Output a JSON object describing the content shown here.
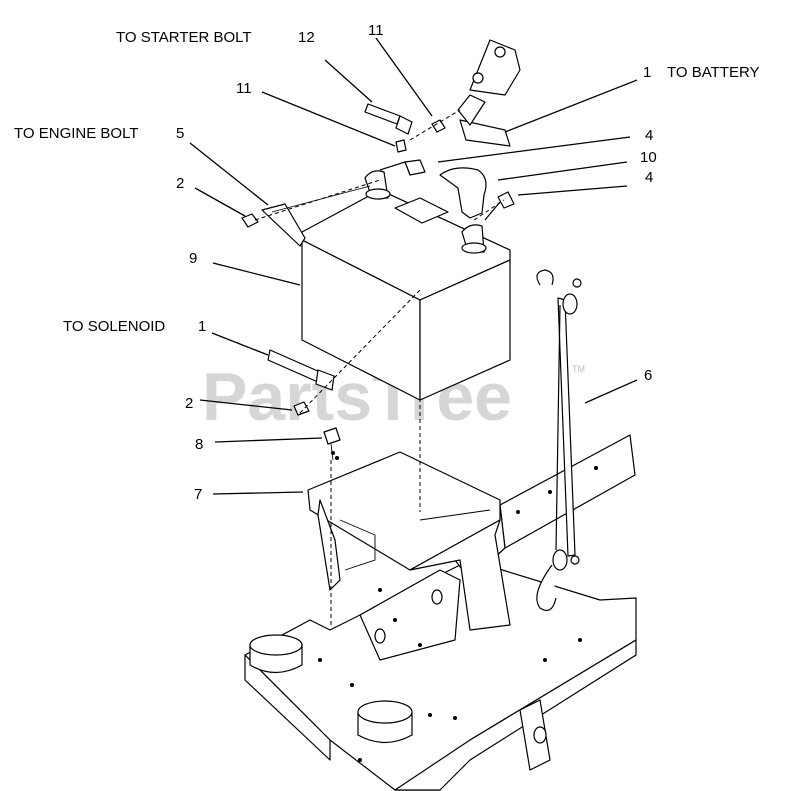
{
  "watermark": "PartsTree",
  "watermark_mark": "TM",
  "callouts": {
    "to_starter_bolt": "TO STARTER BOLT",
    "n12": "12",
    "n11_top": "11",
    "n11_left": "11",
    "n1_battery": "1",
    "to_battery": "TO BATTERY",
    "to_engine_bolt": "TO ENGINE BOLT",
    "n5": "5",
    "n4_upper": "4",
    "n10": "10",
    "n4_lower": "4",
    "n2_upper": "2",
    "n9": "9",
    "to_solenoid": "TO SOLENOID",
    "n1_solenoid": "1",
    "n6": "6",
    "n2_lower": "2",
    "n8": "8",
    "n7": "7"
  }
}
